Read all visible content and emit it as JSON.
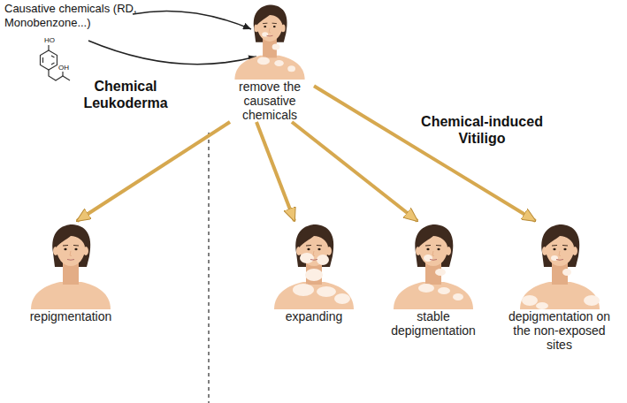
{
  "diagram": {
    "nodes": [
      {
        "text": [
          "remove the causative chemicals"
        ]
      },
      {
        "text": [
          "repigmentation"
        ]
      },
      {
        "text": [
          "expanding"
        ]
      },
      {
        "text": [
          "stable depigmentation"
        ]
      },
      {
        "text": [
          "depigmentation on the non-exposed sites"
        ]
      }
    ],
    "edges": [
      {
        "from": 0,
        "to": 1,
        "arrow": "to"
      },
      {
        "from": 0,
        "to": 2,
        "arrow": "to"
      },
      {
        "from": 0,
        "to": 3,
        "arrow": "to"
      },
      {
        "from": 0,
        "to": 4,
        "arrow": "to"
      }
    ],
    "labels": [
      "Causative chemicals (RD, Monobenzone...)",
      "HO",
      "OH",
      "Chemical Leukoderma",
      "Chemical-induced Vitiligo"
    ]
  }
}
